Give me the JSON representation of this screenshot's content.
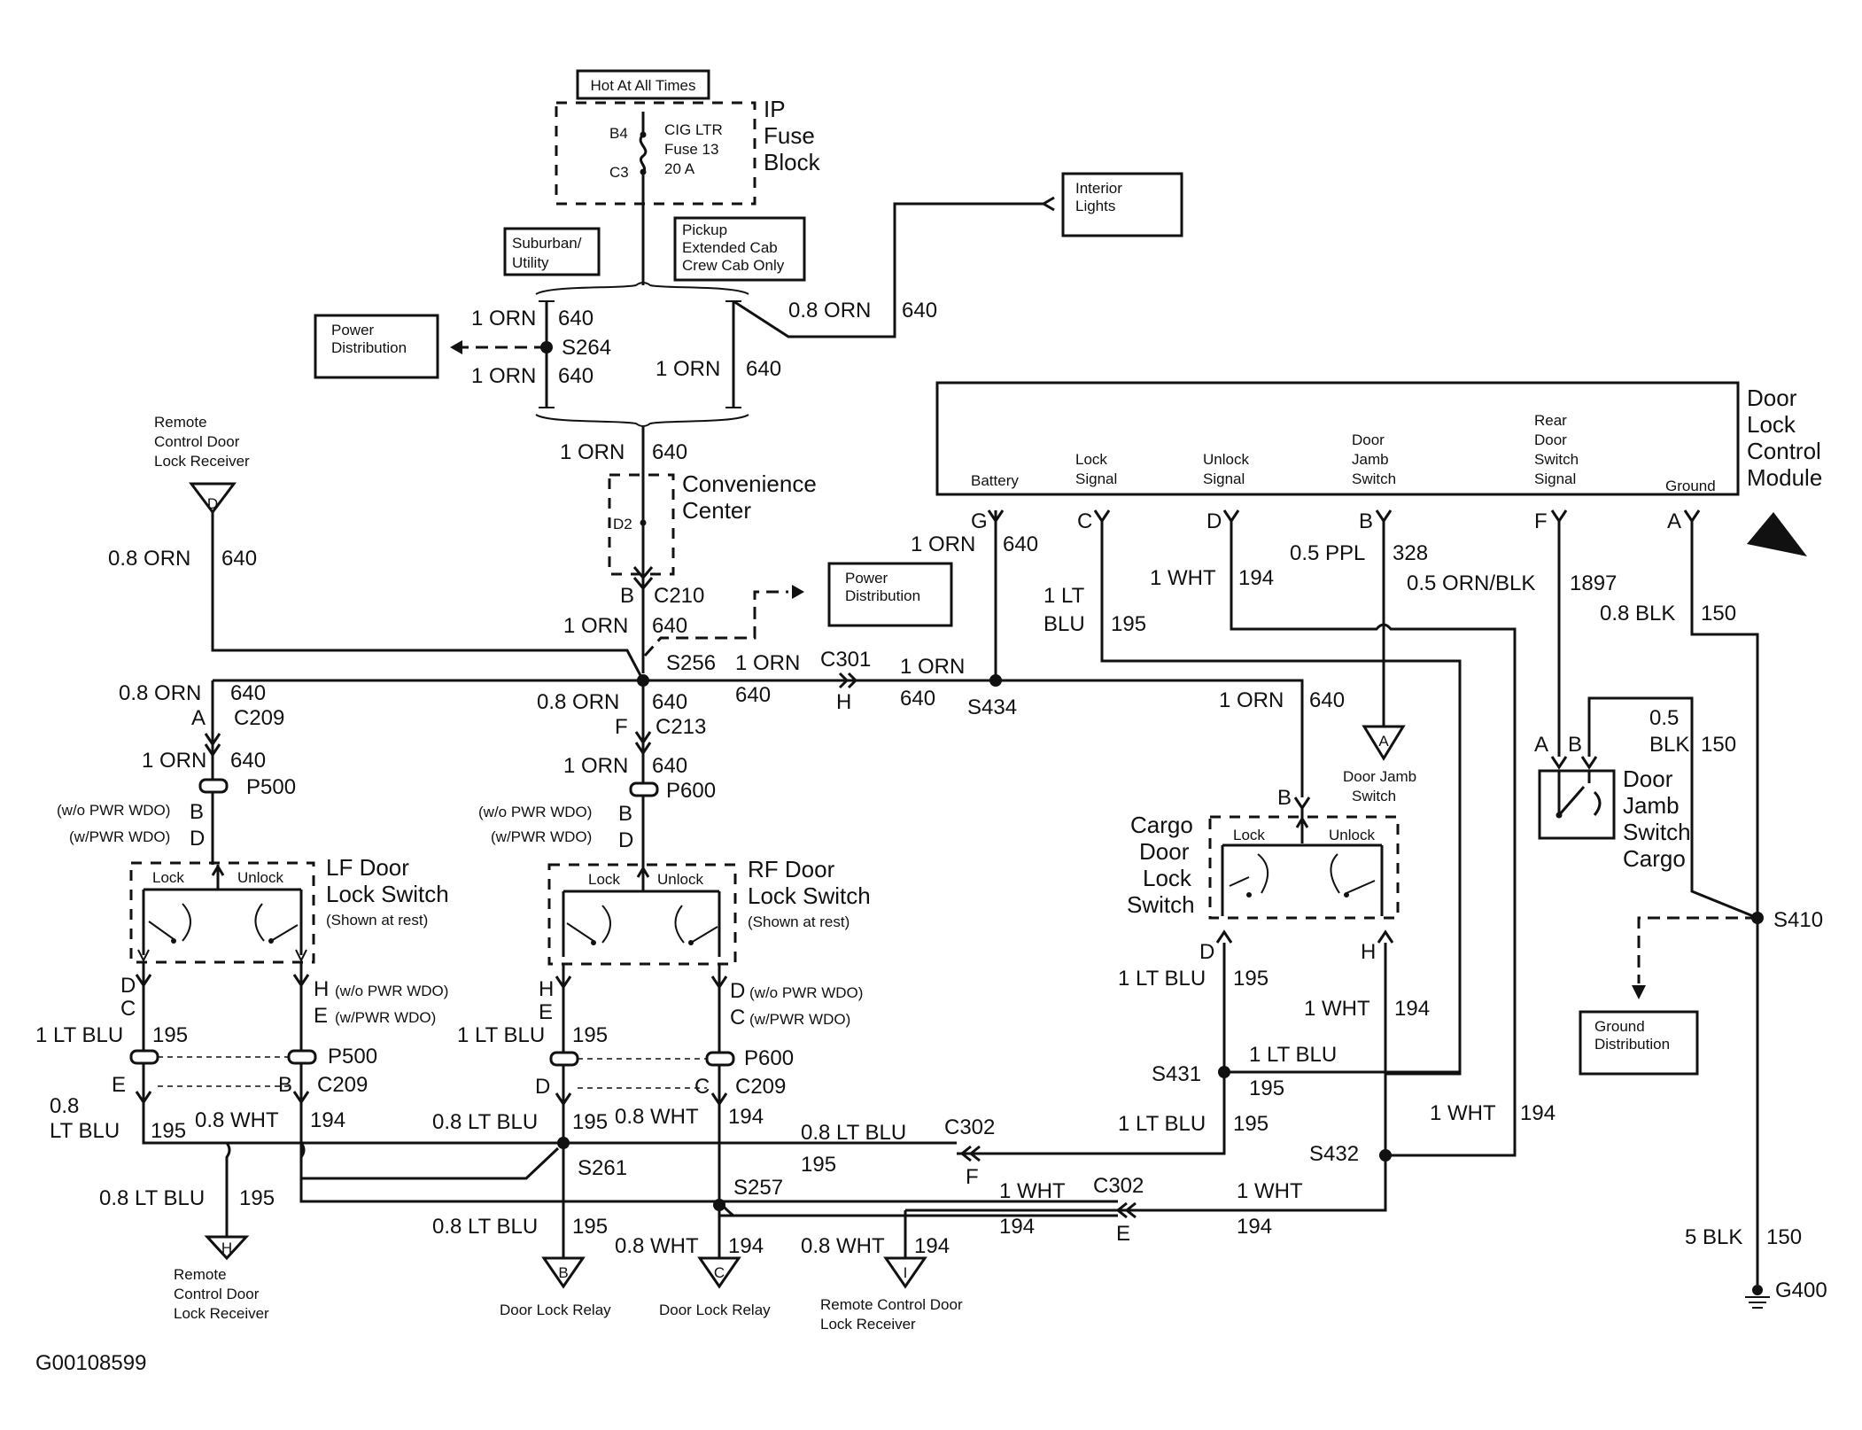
{
  "diagram_id": "G00108599",
  "fuse_block": {
    "hot_label": "Hot At All Times",
    "name_lines": [
      "IP",
      "Fuse",
      "Block"
    ],
    "pin_b4": "B4",
    "pin_c3": "C3",
    "fuse_lines": [
      "CIG LTR",
      "Fuse 13",
      "20 A"
    ]
  },
  "notes": {
    "suburban": [
      "Suburban/",
      "Utility"
    ],
    "pickup": [
      "Pickup",
      "Extended Cab",
      "Crew Cab Only"
    ]
  },
  "interior_lights": [
    "Interior",
    "Lights"
  ],
  "power_distribution_1": [
    "Power",
    "Distribution"
  ],
  "power_distribution_2": [
    "Power",
    "Distribution"
  ],
  "ground_distribution": [
    "Ground",
    "Distribution"
  ],
  "convenience_center": {
    "name_lines": [
      "Convenience",
      "Center"
    ],
    "pin": "D2"
  },
  "dlcm": {
    "name_lines": [
      "Door",
      "Lock",
      "Control",
      "Module"
    ],
    "pins": {
      "battery": "Battery",
      "lock_signal": [
        "Lock",
        "Signal"
      ],
      "unlock_signal": [
        "Unlock",
        "Signal"
      ],
      "door_jamb_switch": [
        "Door",
        "Jamb",
        "Switch"
      ],
      "rear_door_switch_signal": [
        "Rear",
        "Door",
        "Switch",
        "Signal"
      ],
      "ground": "Ground"
    },
    "pin_letters": {
      "g": "G",
      "c": "C",
      "d": "D",
      "b": "B",
      "f": "F",
      "a": "A"
    }
  },
  "wires": {
    "orn1": "1 ORN",
    "orn08": "0.8 ORN",
    "c640": "640",
    "ltblu1": "1 LT BLU",
    "ltblu08": "0.8 LT BLU",
    "c195": "195",
    "wht1": "1 WHT",
    "wht08": "0.8 WHT",
    "c194": "194",
    "ppl05": "0.5 PPL",
    "c328": "328",
    "ornblk05": "0.5 ORN/BLK",
    "c1897": "1897",
    "blk08": "0.8 BLK",
    "c150": "150",
    "blk05a": "0.5",
    "blk05b": "BLK",
    "blk5": "5 BLK",
    "ltblu1_2a": "1 LT",
    "ltblu1_2b": "BLU",
    "ltblu08_2a": "0.8",
    "ltblu08_2b": "LT BLU"
  },
  "splices": {
    "s264": "S264",
    "s256": "S256",
    "s434": "S434",
    "s261": "S261",
    "s257": "S257",
    "s431": "S431",
    "s432": "S432",
    "s410": "S410"
  },
  "connectors": {
    "c210": "C210",
    "c301": "C301",
    "c209": "C209",
    "c213": "C213",
    "c302": "C302",
    "p500": "P500",
    "p600": "P600",
    "g400": "G400"
  },
  "pins": {
    "a": "A",
    "b": "B",
    "c": "C",
    "d": "D",
    "e": "E",
    "f": "F",
    "h": "H"
  },
  "pwr_wdo": {
    "wo": "(w/o PWR WDO)",
    "w": "(w/PWR WDO)"
  },
  "lf_switch": {
    "name_lines": [
      "LF Door",
      "Lock Switch"
    ],
    "note": "(Shown at rest)",
    "lock": "Lock",
    "unlock": "Unlock"
  },
  "rf_switch": {
    "name_lines": [
      "RF Door",
      "Lock Switch"
    ],
    "note": "(Shown at rest)",
    "lock": "Lock",
    "unlock": "Unlock"
  },
  "cargo_switch": {
    "name_lines": [
      "Cargo",
      "Door",
      "Lock",
      "Switch"
    ],
    "lock": "Lock",
    "unlock": "Unlock"
  },
  "jamb_cargo": {
    "name_lines": [
      "Door",
      "Jamb",
      "Switch",
      "Cargo"
    ]
  },
  "offpage": {
    "d_letter": "D",
    "d_label": [
      "Remote",
      "Control Door",
      "Lock Receiver"
    ],
    "h_letter": "H",
    "h_label": [
      "Remote",
      "Control Door",
      "Lock Receiver"
    ],
    "b_letter": "B",
    "b_label": "Door Lock Relay",
    "c_letter": "C",
    "c_label": "Door Lock Relay",
    "i_letter": "I",
    "i_label": [
      "Remote Control Door",
      "Lock Receiver"
    ],
    "a_letter": "A",
    "a_label": [
      "Door Jamb",
      "Switch"
    ]
  }
}
